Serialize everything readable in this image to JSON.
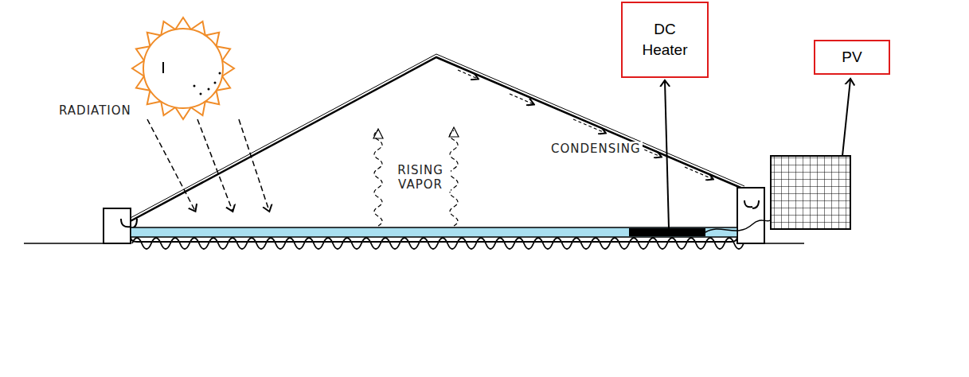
{
  "diagram": {
    "nodes": [
      {
        "text": [
          "DC Heater"
        ]
      },
      {
        "text": [
          "PV"
        ]
      }
    ],
    "labels": [
      "RADIATION",
      "CONDENSING",
      "RISING VAPOR"
    ]
  }
}
